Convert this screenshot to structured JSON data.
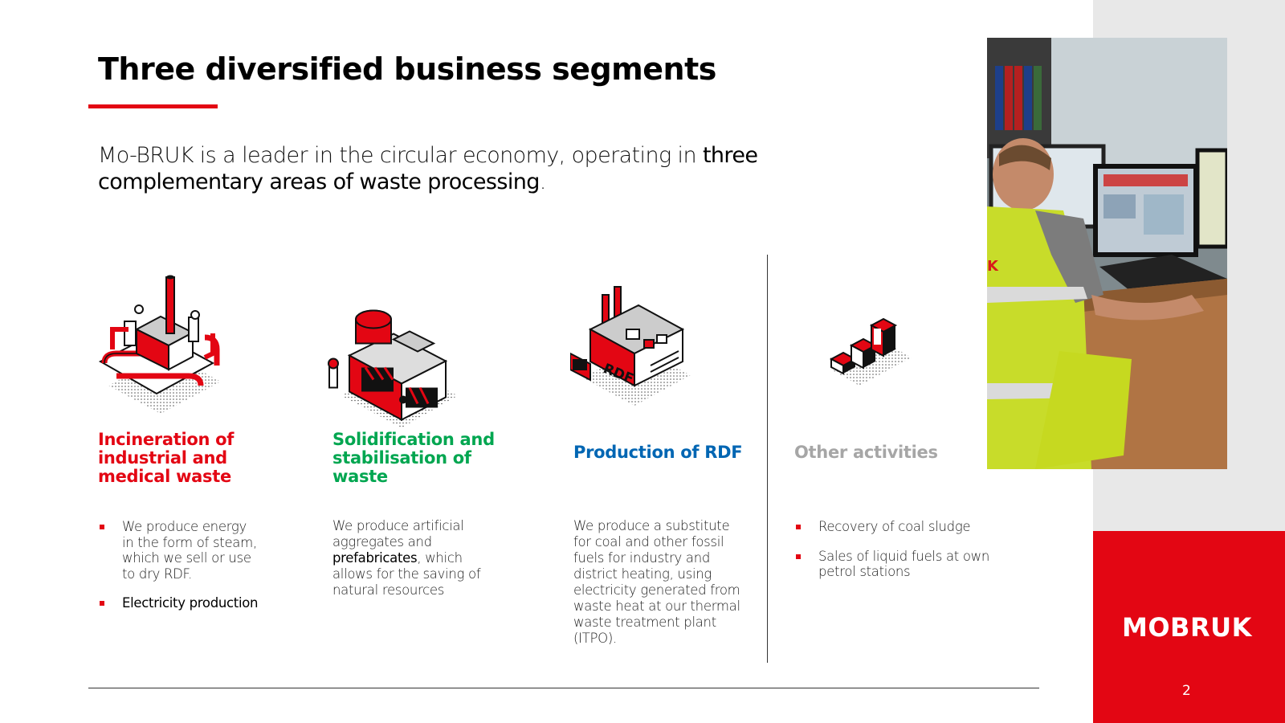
{
  "title": "Three diversified business segments",
  "intro": {
    "part1": "Mo-BRUK is a leader in the circular economy, operating in ",
    "highlight": "three complementary areas of waste processing",
    "part2": "."
  },
  "segments": [
    {
      "title": "Incineration of industrial and medical waste",
      "title_color": "#e30613",
      "icon": "incineration-plant-icon",
      "bullets": [
        "We produce energy in the form of steam, which we sell or use to dry RDF.",
        "Electricity production"
      ]
    },
    {
      "title": "Solidification and stabilisation of waste",
      "title_color": "#00a650",
      "icon": "solidification-plant-icon",
      "text_before": "We produce artificial aggregates and ",
      "text_strong": "prefabricates",
      "text_after": ", which allows for the saving of natural resources"
    },
    {
      "title": "Production of RDF",
      "title_color": "#0066b3",
      "icon": "rdf-factory-icon",
      "text": "We produce a substitute for coal and other fossil fuels for industry and district heating, using electricity generated from waste heat at our thermal waste treatment plant (ITPO).",
      "icon_label": "RDF"
    },
    {
      "title": "Other activities",
      "title_color": "#a6a6a6",
      "icon": "rising-blocks-icon",
      "bullets": [
        "Recovery of coal sludge",
        "Sales of liquid fuels at own petrol stations"
      ]
    }
  ],
  "brand": {
    "logo_text": "MOBRUK",
    "page_number": "2",
    "accent": "#e30613",
    "side_grey": "#e8e8e8"
  },
  "photo": {
    "icon": "control-room-photo",
    "sign_text": "K"
  }
}
